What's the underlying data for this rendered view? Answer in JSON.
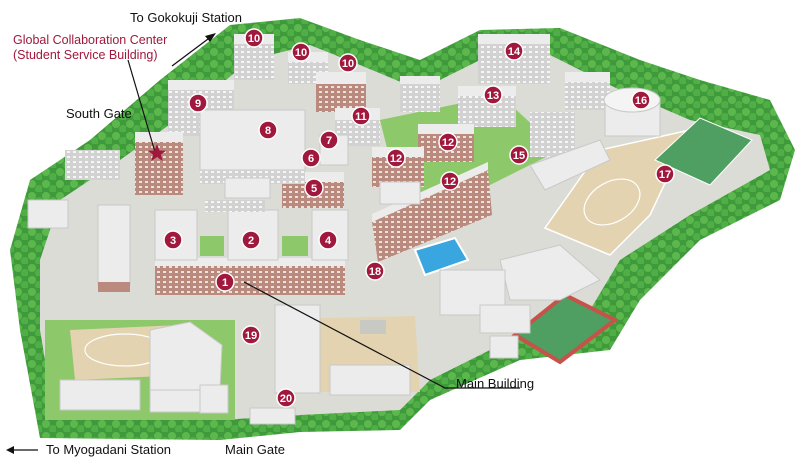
{
  "labels": {
    "gokokuji": "To Gokokuji Station",
    "global_line1": "Global Collaboration Center",
    "global_line2": "(Student Service Building)",
    "south_gate": "South Gate",
    "main_building": "Main Building",
    "main_gate": "Main Gate",
    "myogadani": "To Myogadani Station"
  },
  "markers": {
    "m1": "1",
    "m2": "2",
    "m3": "3",
    "m4": "4",
    "m5": "5",
    "m6": "6",
    "m7": "7",
    "m8": "8",
    "m9": "9",
    "m10a": "10",
    "m10b": "10",
    "m10c": "10",
    "m11": "11",
    "m12a": "12",
    "m12b": "12",
    "m12c": "12",
    "m13": "13",
    "m14": "14",
    "m15": "15",
    "m16": "16",
    "m17": "17",
    "m18": "18",
    "m19": "19",
    "m20": "20"
  },
  "colors": {
    "marker": "#a1183d",
    "grass": "#8dc86a",
    "trees": "#3f9a3c",
    "path": "#dcdcd6",
    "field": "#e3d3b0",
    "court": "#4f9e62",
    "pool": "#3aa6df",
    "building_roof": "#ececec",
    "brick": "#b98a7d"
  },
  "icons": [
    "star-icon"
  ]
}
